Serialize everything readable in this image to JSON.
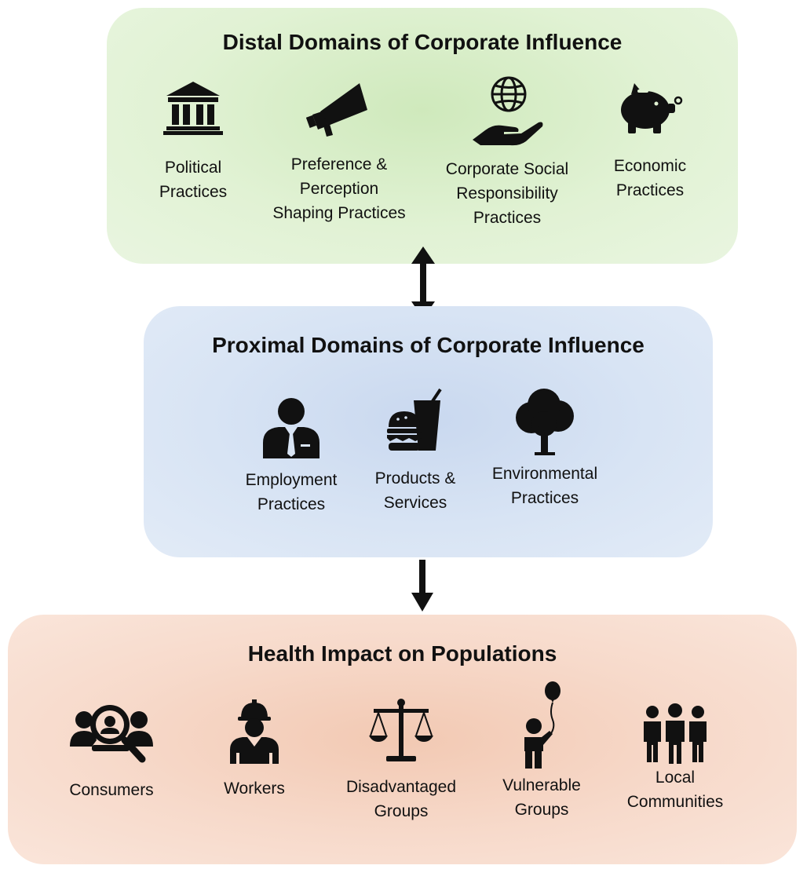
{
  "distal": {
    "title": "Distal Domains of Corporate Influence",
    "items": [
      {
        "icon": "government-building-icon",
        "label": "Political\nPractices"
      },
      {
        "icon": "megaphone-icon",
        "label": "Preference &\nPerception\nShaping Practices"
      },
      {
        "icon": "globe-in-hand-icon",
        "label": "Corporate Social\nResponsibility\nPractices"
      },
      {
        "icon": "piggy-bank-icon",
        "label": "Economic\nPractices"
      }
    ]
  },
  "proximal": {
    "title": "Proximal Domains of Corporate Influence",
    "items": [
      {
        "icon": "businessman-icon",
        "label": "Employment\nPractices"
      },
      {
        "icon": "burger-drink-icon",
        "label": "Products &\nServices"
      },
      {
        "icon": "tree-icon",
        "label": "Environmental\nPractices"
      }
    ]
  },
  "health": {
    "title": "Health Impact on Populations",
    "items": [
      {
        "icon": "consumers-magnifier-icon",
        "label": "Consumers"
      },
      {
        "icon": "worker-hardhat-icon",
        "label": "Workers"
      },
      {
        "icon": "scales-of-justice-icon",
        "label": "Disadvantaged\nGroups"
      },
      {
        "icon": "child-with-balloon-icon",
        "label": "Vulnerable\nGroups"
      },
      {
        "icon": "group-of-people-icon",
        "label": "Local\nCommunities"
      }
    ]
  },
  "colors": {
    "distal_panel": "#e1f2d4",
    "proximal_panel": "#d8e4f4",
    "health_panel": "#f7dacb",
    "icon_fill": "#111111"
  }
}
